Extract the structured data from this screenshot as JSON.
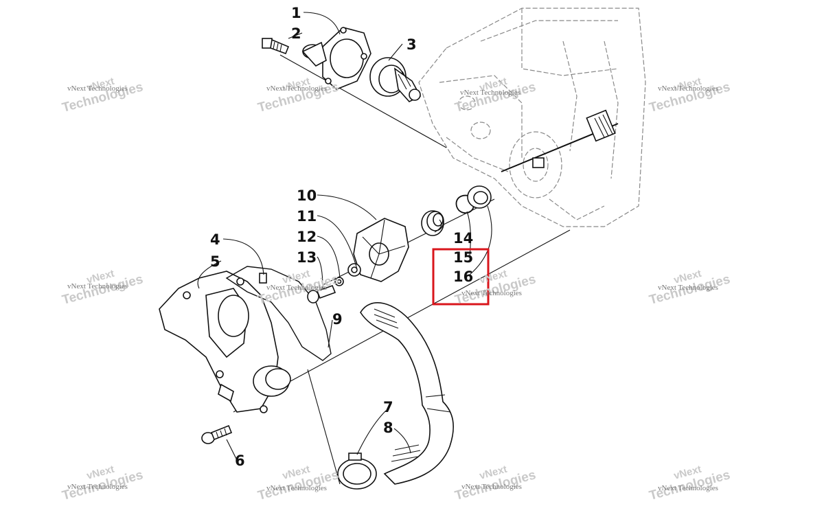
{
  "callouts": [
    {
      "id": "1",
      "label": "1"
    },
    {
      "id": "2",
      "label": "2"
    },
    {
      "id": "3",
      "label": "3"
    },
    {
      "id": "4",
      "label": "4"
    },
    {
      "id": "5",
      "label": "5"
    },
    {
      "id": "6",
      "label": "6"
    },
    {
      "id": "7",
      "label": "7"
    },
    {
      "id": "8",
      "label": "8"
    },
    {
      "id": "9",
      "label": "9"
    },
    {
      "id": "10",
      "label": "10"
    },
    {
      "id": "11",
      "label": "11"
    },
    {
      "id": "12",
      "label": "12"
    },
    {
      "id": "13",
      "label": "13"
    },
    {
      "id": "14",
      "label": "14"
    },
    {
      "id": "15",
      "label": "15"
    },
    {
      "id": "16",
      "label": "16"
    }
  ],
  "highlight": {
    "items": [
      "15",
      "16"
    ],
    "color": "#d9161c"
  },
  "watermark": {
    "line1": "vNext",
    "line2": "Technologies",
    "small": "vNext Technologies"
  }
}
